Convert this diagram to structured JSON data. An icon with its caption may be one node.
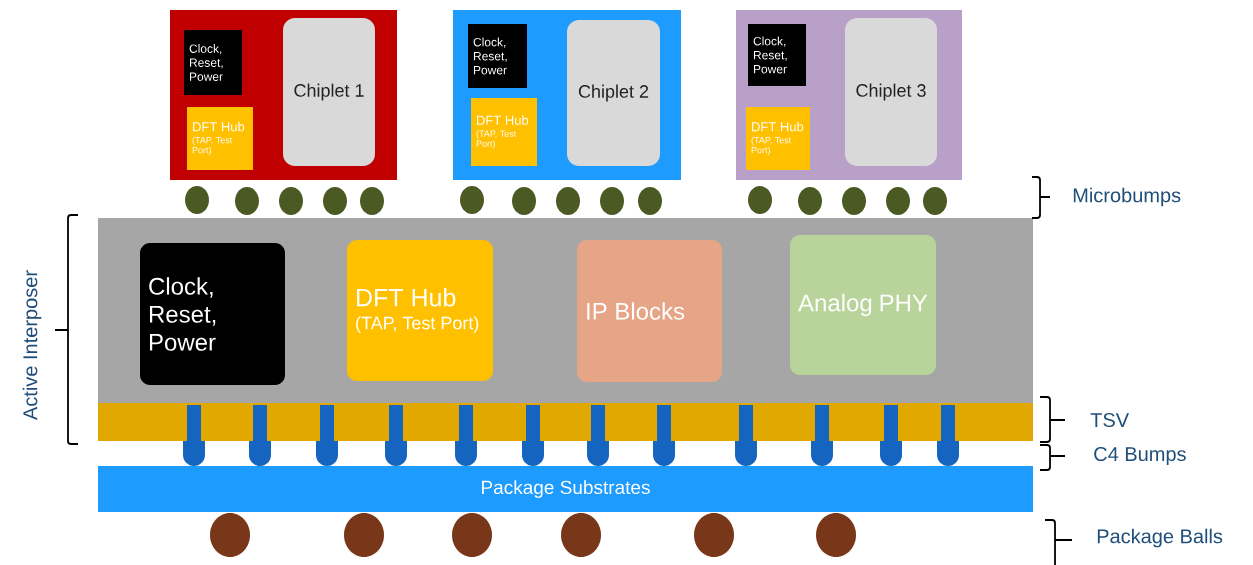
{
  "diagram": {
    "nodes": [
      {
        "text": [],
        "shape": "box"
      },
      {
        "text": [
          "Clock, Reset, Power"
        ],
        "in": 0
      },
      {
        "text": [
          "DFT Hub",
          "(TAP, Test Port)"
        ],
        "in": 0
      },
      {
        "text": [
          "Chiplet 1"
        ],
        "in": 0
      },
      {
        "text": [],
        "shape": "box"
      },
      {
        "text": [
          "Clock, Reset, Power"
        ],
        "in": 4
      },
      {
        "text": [
          "DFT Hub",
          "(TAP, Test Port)"
        ],
        "in": 4
      },
      {
        "text": [
          "Chiplet 2"
        ],
        "in": 4
      },
      {
        "text": [],
        "shape": "box"
      },
      {
        "text": [
          "Clock, Reset, Power"
        ],
        "in": 8
      },
      {
        "text": [
          "DFT Hub",
          "(TAP, Test Port)"
        ],
        "in": 8
      },
      {
        "text": [
          "Chiplet 3"
        ],
        "in": 8
      },
      {
        "text": [],
        "shape": "box"
      },
      {
        "text": [
          "Clock, Reset, Power"
        ],
        "in": 12
      },
      {
        "text": [
          "DFT Hub",
          "(TAP, Test Port)"
        ],
        "in": 12
      },
      {
        "text": [
          "IP Blocks"
        ],
        "in": 12
      },
      {
        "text": [
          "Analog PHY"
        ],
        "in": 12
      },
      {
        "text": [],
        "shape": "box"
      },
      {
        "text": [
          "Package Substrates"
        ]
      }
    ],
    "labels": [
      "Microbumps",
      "Active Interposer",
      "TSV",
      "C4 Bumps",
      "Package Balls"
    ]
  }
}
